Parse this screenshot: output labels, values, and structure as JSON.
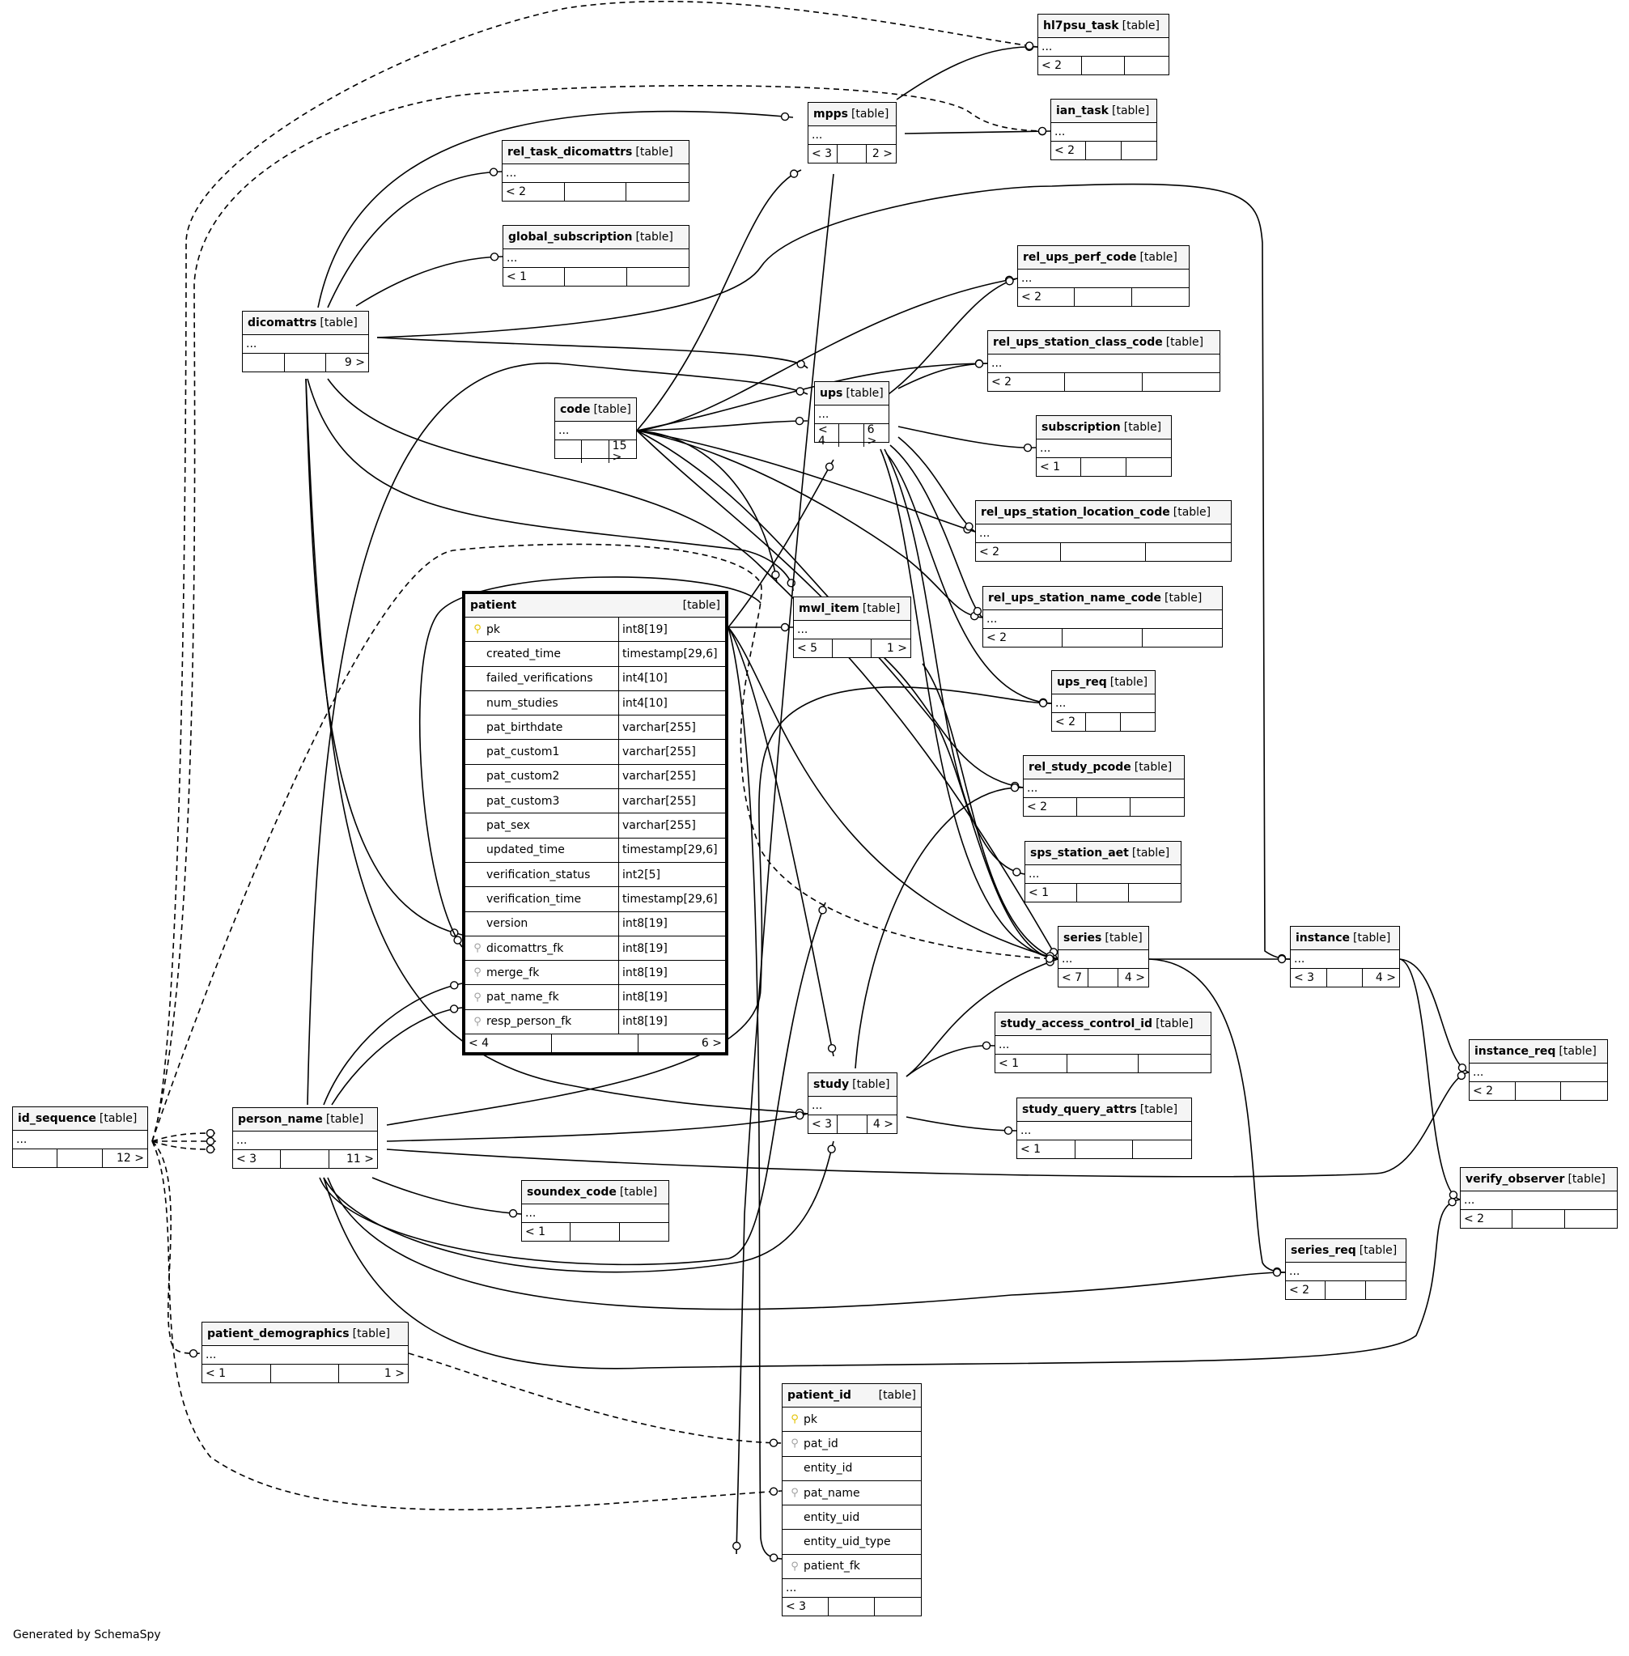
{
  "footer": "Generated by SchemaSpy",
  "table_tag": "[table]",
  "ellipsis": "...",
  "colors": {
    "pk_key": "#e3c200",
    "fk_key": "#a0a0a0",
    "line": "#000000"
  },
  "tables": [
    {
      "id": "hl7psu_task",
      "name": "hl7psu_task",
      "footer": [
        "< 2",
        "",
        ""
      ]
    },
    {
      "id": "ian_task",
      "name": "ian_task",
      "footer": [
        "< 2",
        "",
        ""
      ]
    },
    {
      "id": "mpps",
      "name": "mpps",
      "footer": [
        "< 3",
        "",
        "2 >"
      ]
    },
    {
      "id": "rel_task_dicomattrs",
      "name": "rel_task_dicomattrs",
      "footer": [
        "< 2",
        "",
        ""
      ]
    },
    {
      "id": "global_subscription",
      "name": "global_subscription",
      "footer": [
        "< 1",
        "",
        ""
      ]
    },
    {
      "id": "rel_ups_perf_code",
      "name": "rel_ups_perf_code",
      "footer": [
        "< 2",
        "",
        ""
      ]
    },
    {
      "id": "dicomattrs",
      "name": "dicomattrs",
      "footer": [
        "",
        "",
        "9 >"
      ]
    },
    {
      "id": "rel_ups_station_class_code",
      "name": "rel_ups_station_class_code",
      "footer": [
        "< 2",
        "",
        ""
      ]
    },
    {
      "id": "code",
      "name": "code",
      "footer": [
        "",
        "",
        "15 >"
      ]
    },
    {
      "id": "ups",
      "name": "ups",
      "footer": [
        "< 4",
        "",
        "6 >"
      ]
    },
    {
      "id": "subscription",
      "name": "subscription",
      "footer": [
        "< 1",
        "",
        ""
      ]
    },
    {
      "id": "rel_ups_station_location_code",
      "name": "rel_ups_station_location_code",
      "footer": [
        "< 2",
        "",
        ""
      ]
    },
    {
      "id": "rel_ups_station_name_code",
      "name": "rel_ups_station_name_code",
      "footer": [
        "< 2",
        "",
        ""
      ]
    },
    {
      "id": "mwl_item",
      "name": "mwl_item",
      "footer": [
        "< 5",
        "",
        "1 >"
      ]
    },
    {
      "id": "ups_req",
      "name": "ups_req",
      "footer": [
        "< 2",
        "",
        ""
      ]
    },
    {
      "id": "rel_study_pcode",
      "name": "rel_study_pcode",
      "footer": [
        "< 2",
        "",
        ""
      ]
    },
    {
      "id": "sps_station_aet",
      "name": "sps_station_aet",
      "footer": [
        "< 1",
        "",
        ""
      ]
    },
    {
      "id": "series",
      "name": "series",
      "footer": [
        "< 7",
        "",
        "4 >"
      ]
    },
    {
      "id": "instance",
      "name": "instance",
      "footer": [
        "< 3",
        "",
        "4 >"
      ]
    },
    {
      "id": "study_access_control_id",
      "name": "study_access_control_id",
      "footer": [
        "< 1",
        "",
        ""
      ]
    },
    {
      "id": "instance_req",
      "name": "instance_req",
      "footer": [
        "< 2",
        "",
        ""
      ]
    },
    {
      "id": "study",
      "name": "study",
      "footer": [
        "< 3",
        "",
        "4 >"
      ]
    },
    {
      "id": "study_query_attrs",
      "name": "study_query_attrs",
      "footer": [
        "< 1",
        "",
        ""
      ]
    },
    {
      "id": "id_sequence",
      "name": "id_sequence",
      "footer": [
        "",
        "",
        "12 >"
      ]
    },
    {
      "id": "person_name",
      "name": "person_name",
      "footer": [
        "< 3",
        "",
        "11 >"
      ]
    },
    {
      "id": "soundex_code",
      "name": "soundex_code",
      "footer": [
        "< 1",
        "",
        ""
      ]
    },
    {
      "id": "verify_observer",
      "name": "verify_observer",
      "footer": [
        "< 2",
        "",
        ""
      ]
    },
    {
      "id": "series_req",
      "name": "series_req",
      "footer": [
        "< 2",
        "",
        ""
      ]
    },
    {
      "id": "patient_demographics",
      "name": "patient_demographics",
      "footer": [
        "< 1",
        "",
        "1 >"
      ]
    }
  ],
  "patient": {
    "name": "patient",
    "columns": [
      {
        "key": "pk",
        "name": "pk",
        "type": "int8[19]"
      },
      {
        "key": "",
        "name": "created_time",
        "type": "timestamp[29,6]"
      },
      {
        "key": "",
        "name": "failed_verifications",
        "type": "int4[10]"
      },
      {
        "key": "",
        "name": "num_studies",
        "type": "int4[10]"
      },
      {
        "key": "",
        "name": "pat_birthdate",
        "type": "varchar[255]"
      },
      {
        "key": "",
        "name": "pat_custom1",
        "type": "varchar[255]"
      },
      {
        "key": "",
        "name": "pat_custom2",
        "type": "varchar[255]"
      },
      {
        "key": "",
        "name": "pat_custom3",
        "type": "varchar[255]"
      },
      {
        "key": "",
        "name": "pat_sex",
        "type": "varchar[255]"
      },
      {
        "key": "",
        "name": "updated_time",
        "type": "timestamp[29,6]"
      },
      {
        "key": "",
        "name": "verification_status",
        "type": "int2[5]"
      },
      {
        "key": "",
        "name": "verification_time",
        "type": "timestamp[29,6]"
      },
      {
        "key": "",
        "name": "version",
        "type": "int8[19]"
      },
      {
        "key": "fk",
        "name": "dicomattrs_fk",
        "type": "int8[19]"
      },
      {
        "key": "fk",
        "name": "merge_fk",
        "type": "int8[19]"
      },
      {
        "key": "fk",
        "name": "pat_name_fk",
        "type": "int8[19]"
      },
      {
        "key": "fk",
        "name": "resp_person_fk",
        "type": "int8[19]"
      }
    ],
    "footer": [
      "< 4",
      "",
      "6 >"
    ]
  },
  "patient_id": {
    "name": "patient_id",
    "columns": [
      {
        "key": "pk",
        "name": "pk"
      },
      {
        "key": "fk",
        "name": "pat_id"
      },
      {
        "key": "",
        "name": "entity_id"
      },
      {
        "key": "fk",
        "name": "pat_name"
      },
      {
        "key": "",
        "name": "entity_uid"
      },
      {
        "key": "",
        "name": "entity_uid_type"
      },
      {
        "key": "fk",
        "name": "patient_fk"
      }
    ],
    "footer": [
      "< 3",
      "",
      ""
    ]
  }
}
